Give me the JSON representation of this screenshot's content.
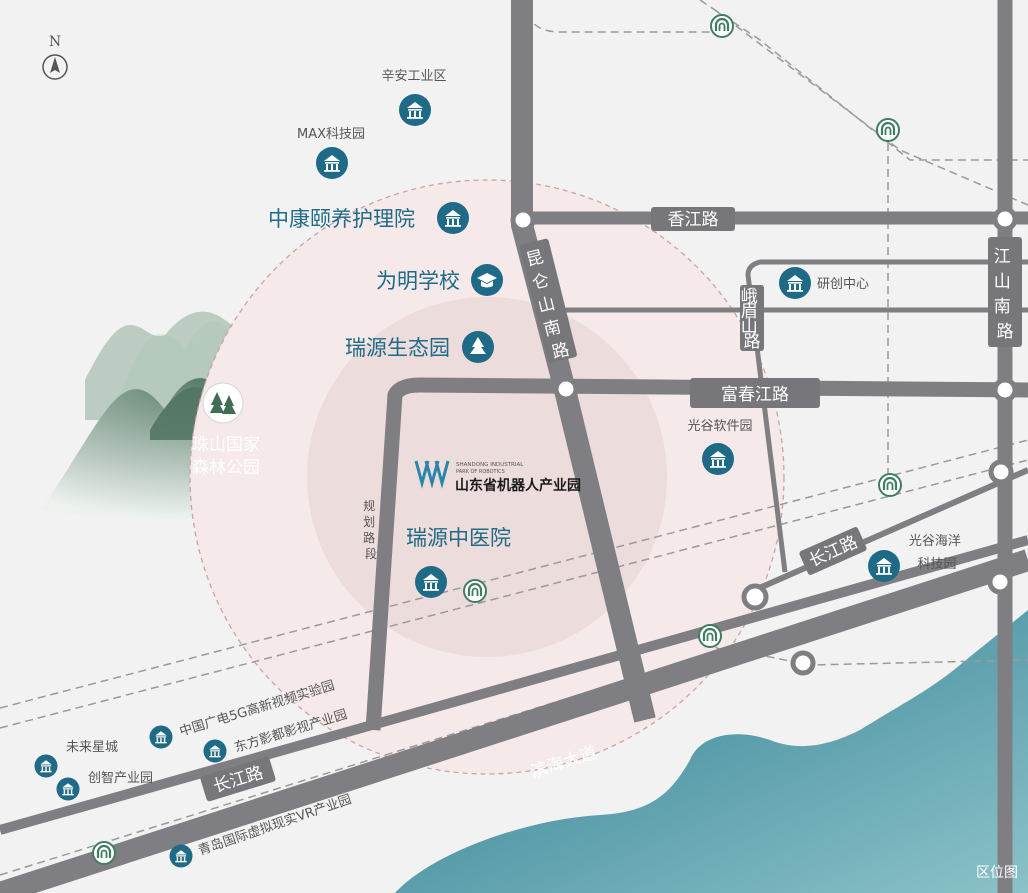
{
  "compass": {
    "letter": "N"
  },
  "colors": {
    "road": "#7f7f83",
    "road_label_bg": "#77777b",
    "poi_icon": "#1f6a86",
    "metro": "#3f7d62",
    "ring_outer": "#f6e9e9",
    "ring_inner": "#eddcdc",
    "sea": "#2c7c8f",
    "mountain": "#6f8f7c"
  },
  "roads": {
    "kunlunshan": "昆仑山南路",
    "xiangjiang": "香江路",
    "jiangshan": "江山南路",
    "emeishan": "峨眉山路",
    "fuchunjiang": "富春江路",
    "changjiang_east": "长江路",
    "changjiang_west": "长江路",
    "binhai": "滨海大道",
    "planned": "规划路段"
  },
  "pois": {
    "xinan": "辛安工业区",
    "max": "MAX科技园",
    "zhongkang": "中康颐养护理院",
    "weiming": "为明学校",
    "ruiyuan_eco": "瑞源生态园",
    "zhushan": "珠山国家森林公园",
    "yanchuang": "研创中心",
    "guanggu_soft": "光谷软件园",
    "guanggu_ocean": "光谷海洋科技园",
    "ruiyuan_tcm": "瑞源中医院",
    "weilai": "未来星城",
    "chuangzhi": "创智产业园",
    "guangdian": "中国广电5G高新视频实验园",
    "dongfang": "东方影都影视产业园",
    "qingdao_vr": "青岛国际虚拟现实VR产业园"
  },
  "center": {
    "logo_text": "山东省机器人产业园",
    "logo_en_1": "SHANDONG INDUSTRIAL",
    "logo_en_2": "PARK OF ROBOTICS"
  },
  "caption": "区位图"
}
